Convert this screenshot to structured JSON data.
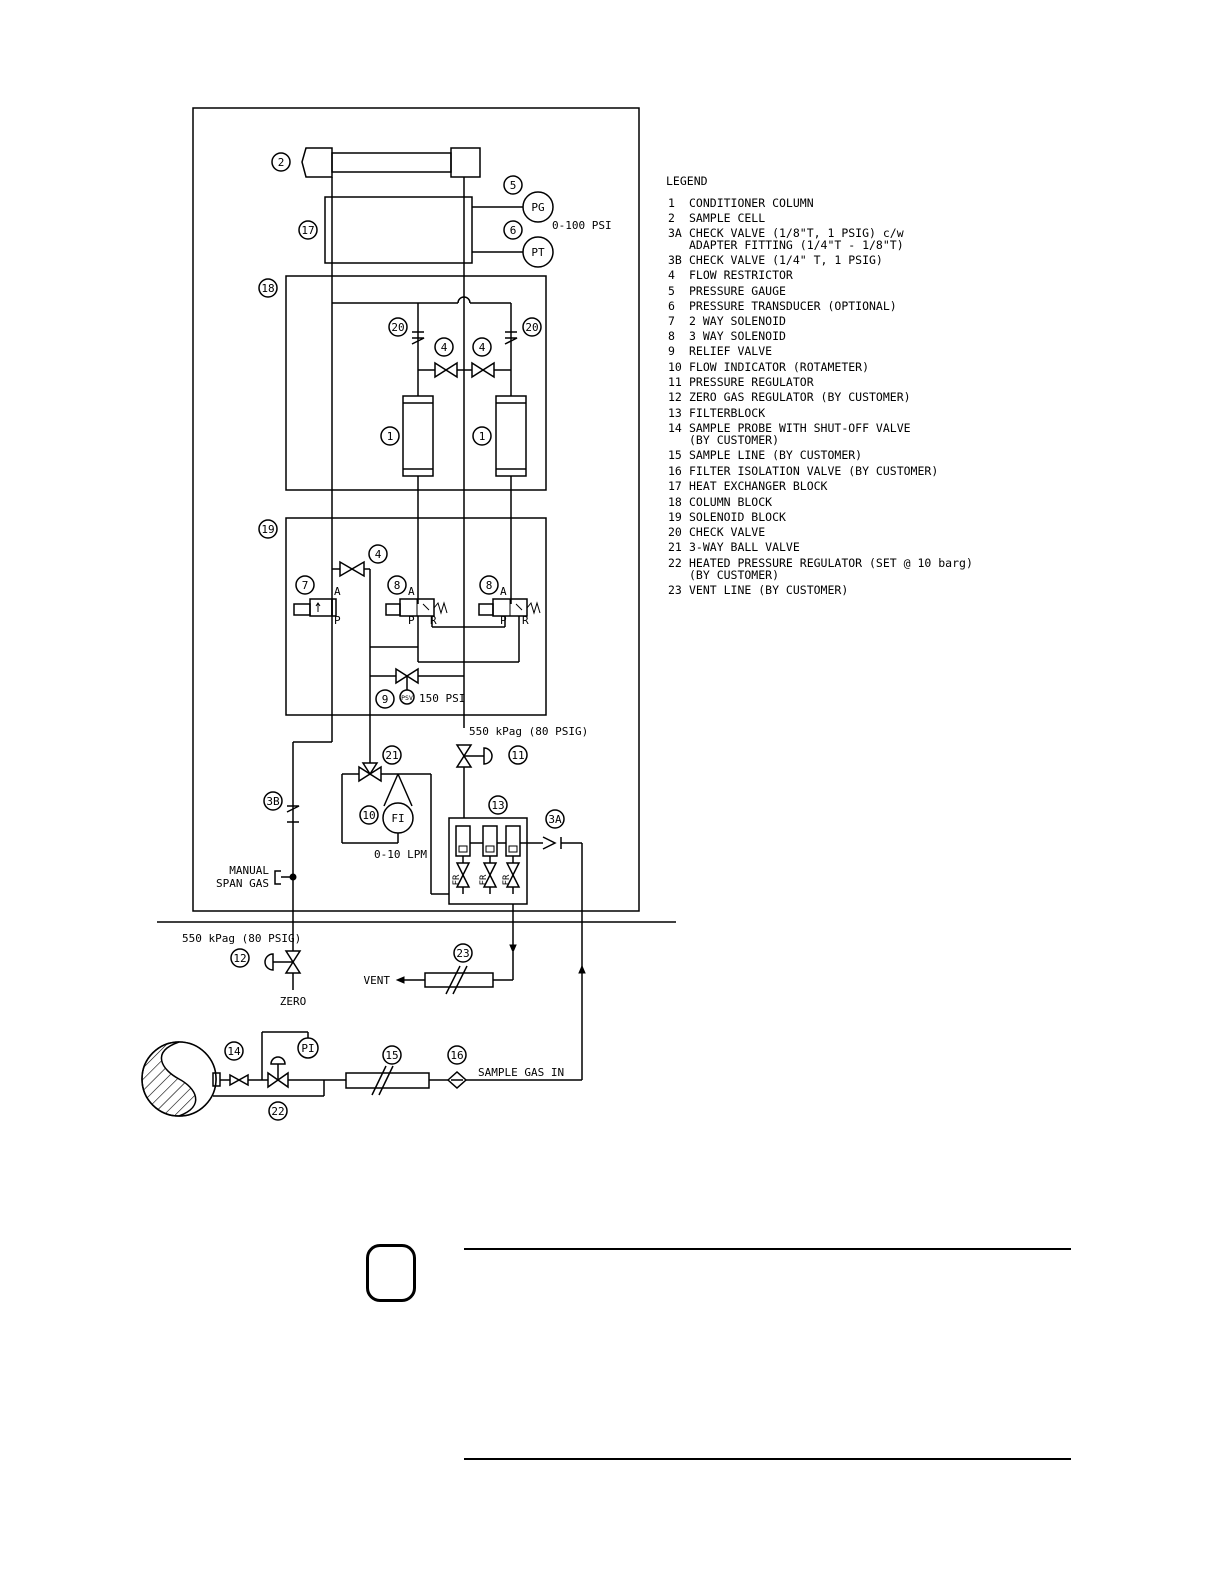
{
  "legend": {
    "title": "LEGEND",
    "items": [
      {
        "num": "1",
        "text": "CONDITIONER COLUMN"
      },
      {
        "num": "2",
        "text": "SAMPLE CELL"
      },
      {
        "num": "3A",
        "text": "CHECK VALVE (1/8\"T, 1 PSIG) c/w"
      },
      {
        "num": "",
        "text": "ADAPTER FITTING (1/4\"T - 1/8\"T)"
      },
      {
        "num": "3B",
        "text": "CHECK VALVE (1/4\" T, 1 PSIG)"
      },
      {
        "num": "4",
        "text": "FLOW RESTRICTOR"
      },
      {
        "num": "5",
        "text": "PRESSURE GAUGE"
      },
      {
        "num": "6",
        "text": "PRESSURE TRANSDUCER (OPTIONAL)"
      },
      {
        "num": "7",
        "text": "2 WAY SOLENOID"
      },
      {
        "num": "8",
        "text": "3 WAY SOLENOID"
      },
      {
        "num": "9",
        "text": "RELIEF VALVE"
      },
      {
        "num": "10",
        "text": "FLOW INDICATOR (ROTAMETER)"
      },
      {
        "num": "11",
        "text": "PRESSURE REGULATOR"
      },
      {
        "num": "12",
        "text": "ZERO GAS REGULATOR (BY CUSTOMER)"
      },
      {
        "num": "13",
        "text": "FILTERBLOCK"
      },
      {
        "num": "14",
        "text": "SAMPLE PROBE WITH SHUT-OFF VALVE"
      },
      {
        "num": "",
        "text": "(BY CUSTOMER)"
      },
      {
        "num": "15",
        "text": "SAMPLE LINE (BY CUSTOMER)"
      },
      {
        "num": "16",
        "text": "FILTER ISOLATION VALVE (BY CUSTOMER)"
      },
      {
        "num": "17",
        "text": "HEAT EXCHANGER BLOCK"
      },
      {
        "num": "18",
        "text": "COLUMN BLOCK"
      },
      {
        "num": "19",
        "text": "SOLENOID BLOCK"
      },
      {
        "num": "20",
        "text": "CHECK VALVE"
      },
      {
        "num": "21",
        "text": "3-WAY BALL VALVE"
      },
      {
        "num": "22",
        "text": "HEATED PRESSURE REGULATOR (SET @ 10 barg)"
      },
      {
        "num": "",
        "text": "(BY CUSTOMER)"
      },
      {
        "num": "23",
        "text": "VENT LINE (BY CUSTOMER)"
      }
    ]
  },
  "bubbles": {
    "b2": "2",
    "b5": "5",
    "b6": "6",
    "b17": "17",
    "b18": "18",
    "b20a": "20",
    "b20b": "20",
    "b4a": "4",
    "b4b": "4",
    "b1a": "1",
    "b1b": "1",
    "b19": "19",
    "b4c": "4",
    "b7": "7",
    "b8a": "8",
    "b8b": "8",
    "b9": "9",
    "b21": "21",
    "b11": "11",
    "b3b": "3B",
    "b10": "10",
    "b13": "13",
    "b3a": "3A",
    "b12": "12",
    "b23": "23",
    "b14": "14",
    "b15": "15",
    "b16": "16",
    "b22": "22"
  },
  "instruments": {
    "pg": "PG",
    "pt": "PT",
    "fi": "FI",
    "pi": "PI",
    "psv": "PSV"
  },
  "labels": {
    "pg_range": "0-100 PSI",
    "psv_set": "150 PSI",
    "reg11_set": "550 kPag (80 PSIG)",
    "reg12_set": "550 kPag (80 PSIG)",
    "fi_range": "0-10 LPM",
    "manual": "MANUAL",
    "span_gas": "SPAN GAS",
    "zero": "ZERO",
    "vent": "VENT",
    "sample_gas_in": "SAMPLE GAS IN",
    "port_a": "A",
    "port_p": "P",
    "port_r": "R",
    "fr": "FR"
  }
}
